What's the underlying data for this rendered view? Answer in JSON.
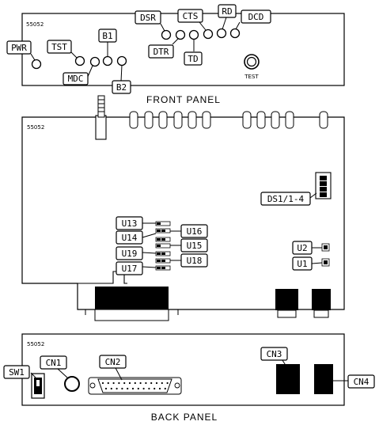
{
  "front_panel": {
    "model": "55052",
    "caption": "FRONT PANEL",
    "labels": {
      "pwr": "PWR",
      "tst": "TST",
      "mdc": "MDC",
      "b1": "B1",
      "b2": "B2",
      "dsr": "DSR",
      "dtr": "DTR",
      "cts": "CTS",
      "td": "TD",
      "rd": "RD",
      "dcd": "DCD",
      "test": "TEST"
    }
  },
  "board": {
    "model": "55052",
    "labels": {
      "ds1": "DS1/1-4",
      "u13": "U13",
      "u14": "U14",
      "u19": "U19",
      "u17": "U17",
      "u16": "U16",
      "u15": "U15",
      "u18": "U18",
      "u2": "U2",
      "u1": "U1"
    }
  },
  "back_panel": {
    "model": "55052",
    "caption": "BACK PANEL",
    "labels": {
      "sw1": "SW1",
      "cn1": "CN1",
      "cn2": "CN2",
      "cn3": "CN3",
      "cn4": "CN4"
    }
  }
}
